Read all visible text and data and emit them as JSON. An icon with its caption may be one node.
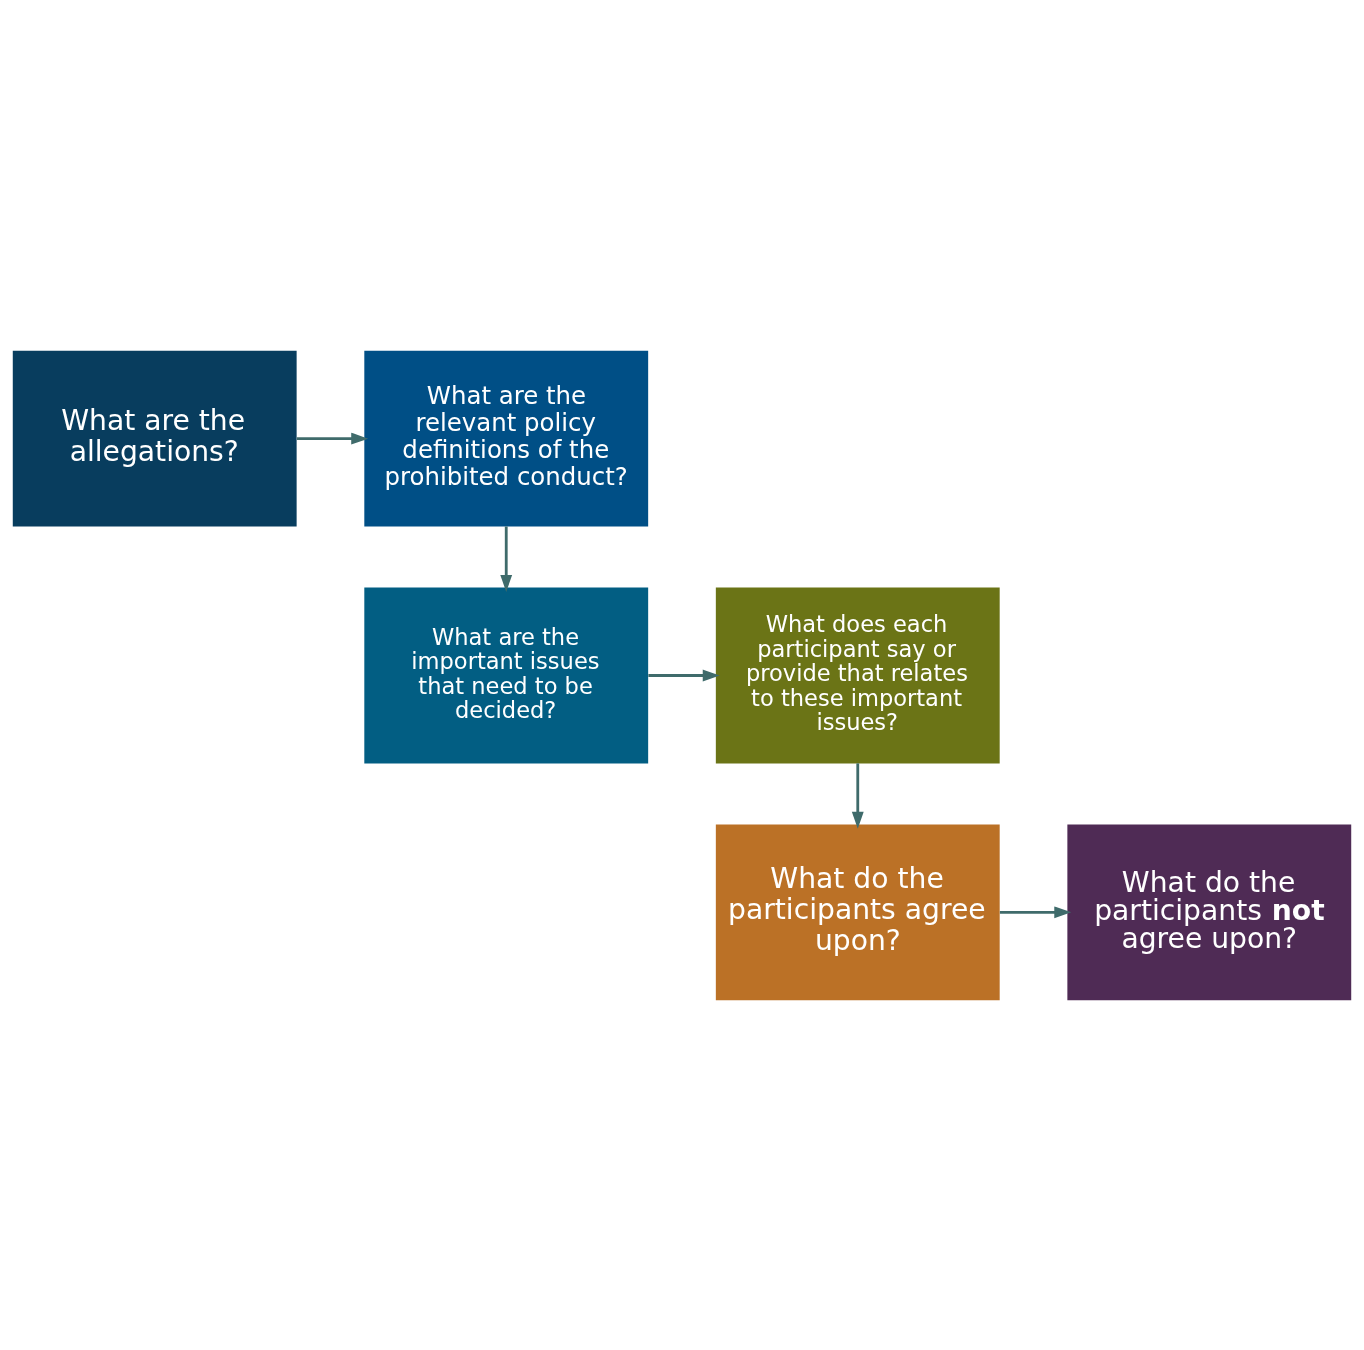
{
  "diagram": {
    "nodes": [
      {
        "text": [
          "What are the allegations?"
        ]
      },
      {
        "text": [
          "What are the relevant policy definitions of the prohibited conduct?"
        ]
      },
      {
        "text": [
          "What are the important issues that need to be decided?"
        ]
      },
      {
        "text": [
          "What does each participant say or provide that relates to these important issues?"
        ]
      },
      {
        "text": [
          "What do the participants agree upon?"
        ]
      },
      {
        "text": [
          "What do the participants **not** agree upon?"
        ]
      }
    ],
    "edges": [
      {
        "from": 0,
        "to": 1,
        "arrow": "to"
      },
      {
        "from": 1,
        "to": 2,
        "arrow": "to"
      },
      {
        "from": 2,
        "to": 3,
        "arrow": "to"
      },
      {
        "from": 3,
        "to": 4,
        "arrow": "to"
      },
      {
        "from": 4,
        "to": 5,
        "arrow": "to"
      }
    ]
  }
}
